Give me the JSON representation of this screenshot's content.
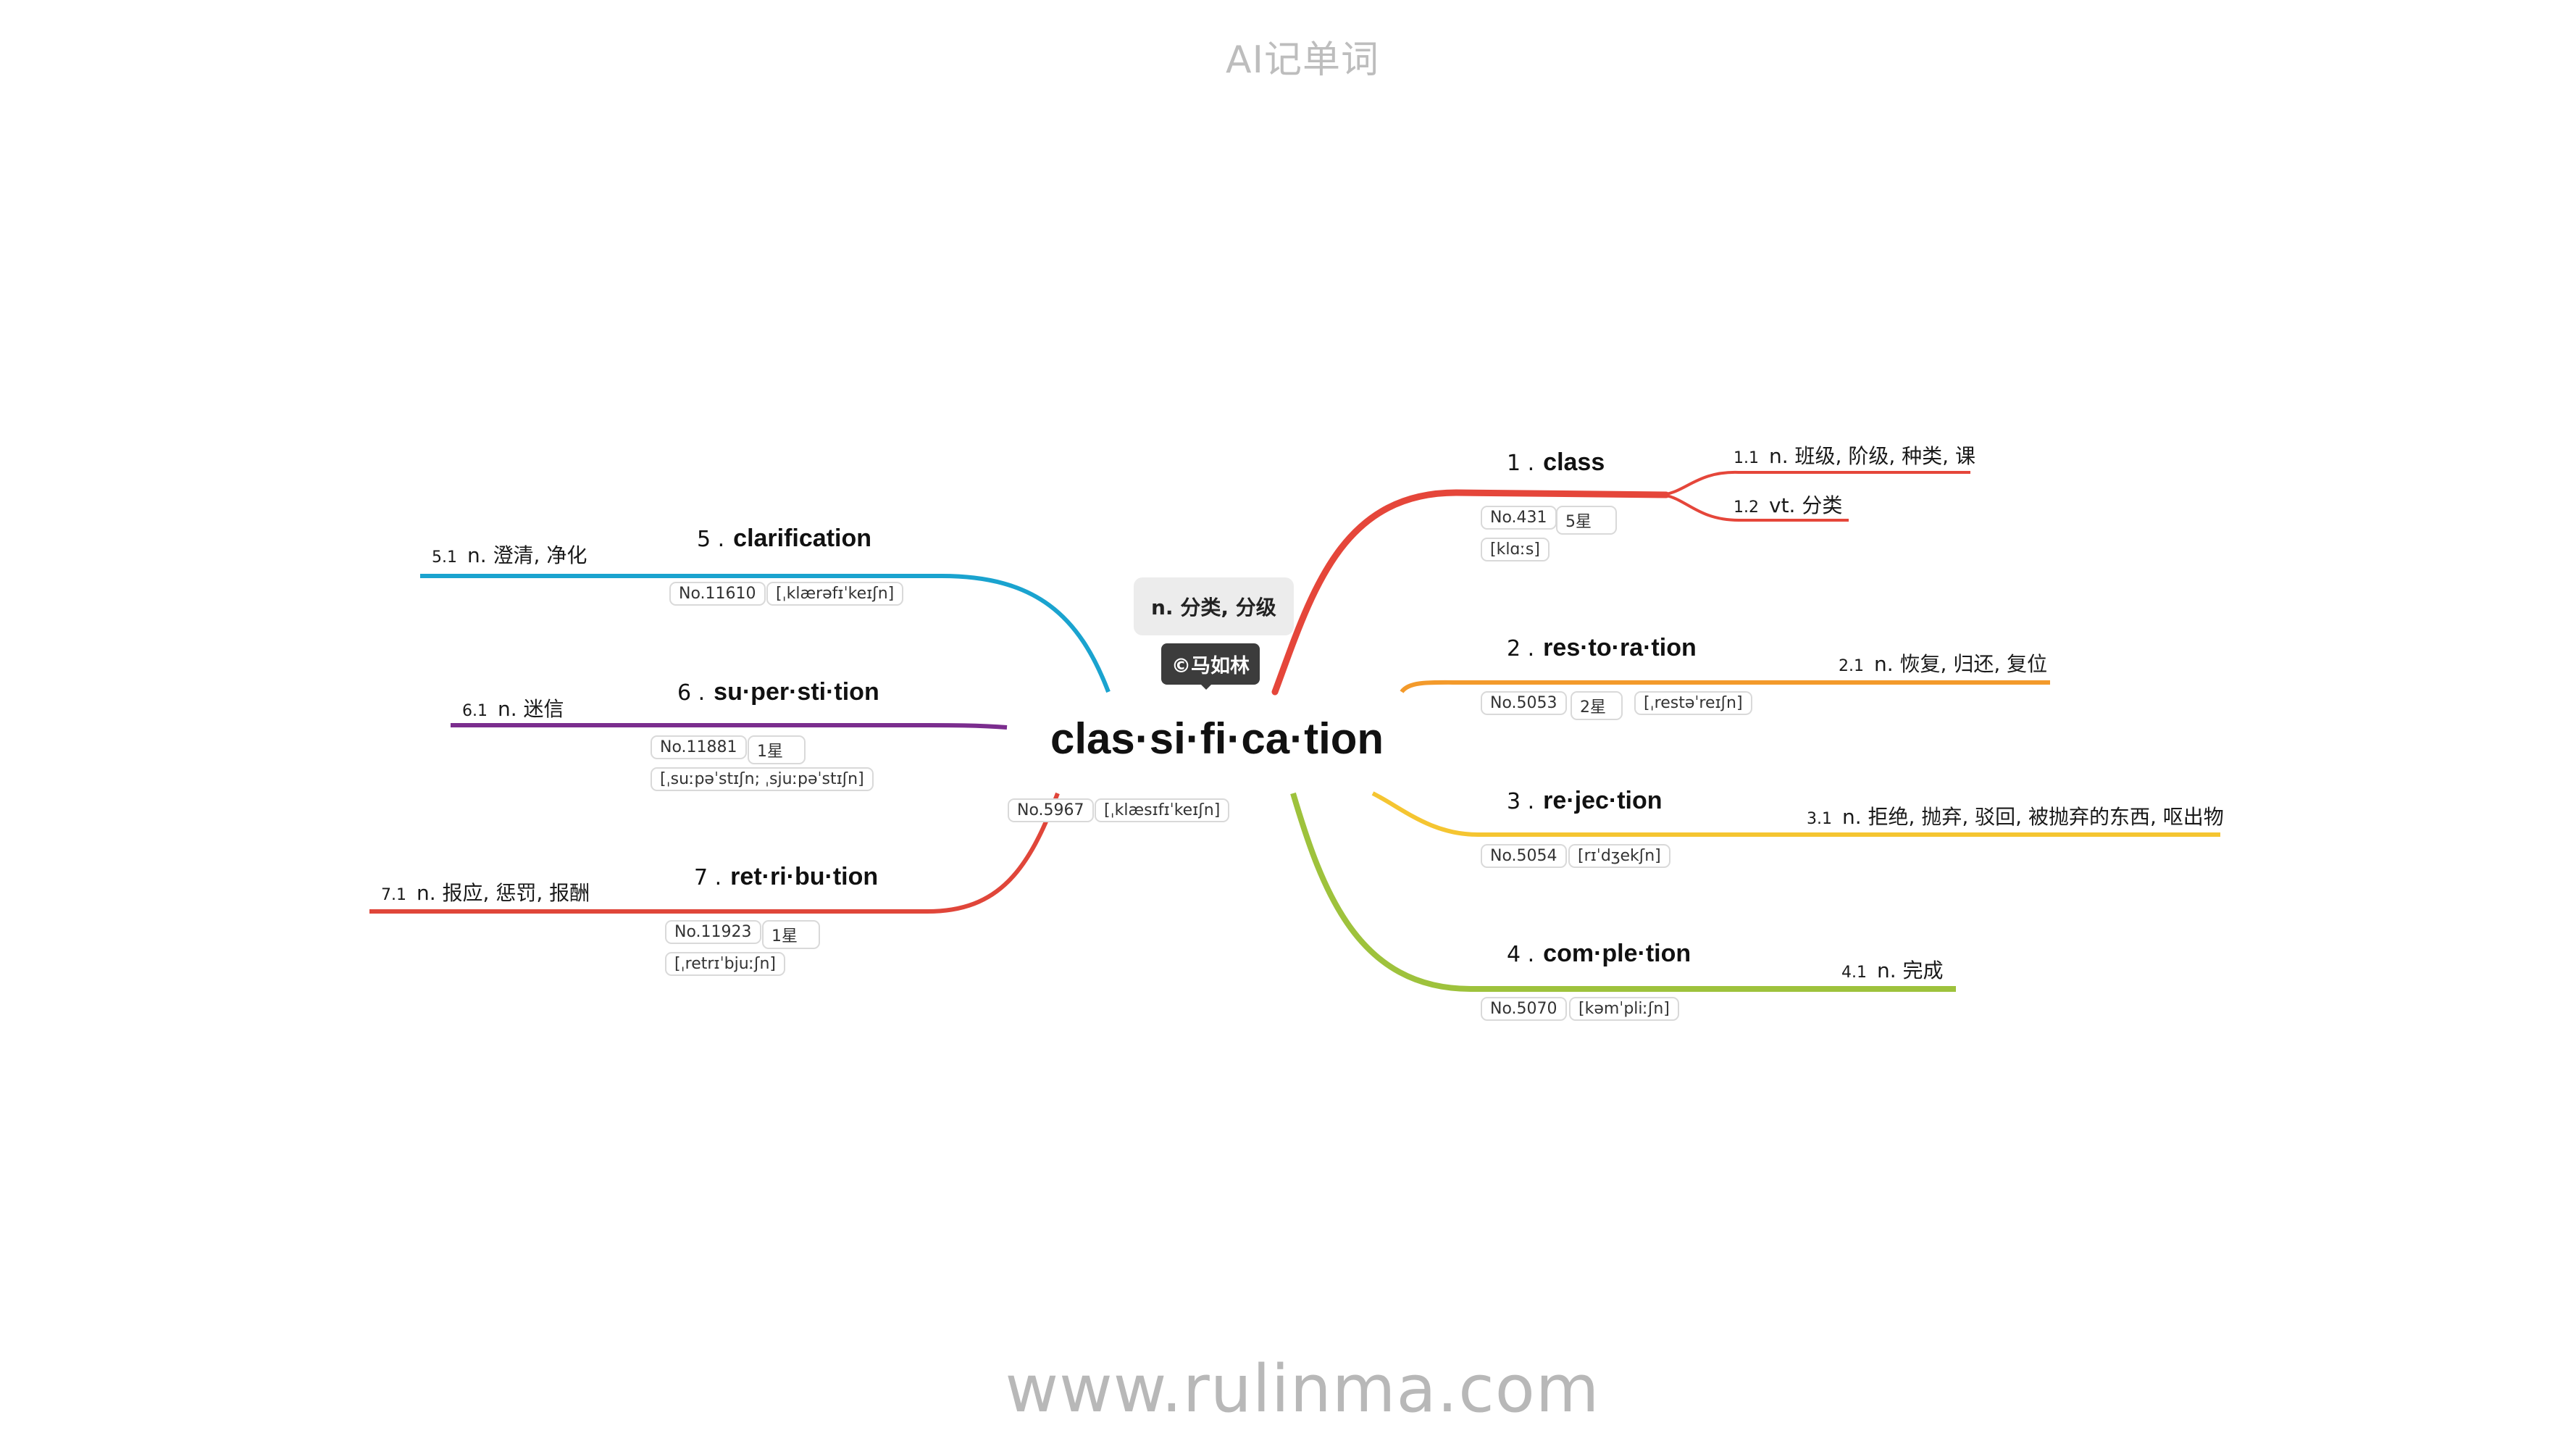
{
  "header": "AI记单词",
  "footer": "www.rulinma.com",
  "center": {
    "word": "clas·si·fi·ca·tion",
    "meaning": "n. 分类, 分级",
    "credit": "©马如林",
    "no": "No.5967",
    "phonetic": "[ˌklæsɪfɪˈkeɪʃn]"
  },
  "branches": [
    {
      "num": "1 .",
      "word": "class",
      "color": "#e5463a",
      "no": "No.431",
      "star": "5星",
      "phonetic": "[klɑːs]",
      "defs": [
        {
          "num": "1.1",
          "text": "n. 班级, 阶级, 种类, 课"
        },
        {
          "num": "1.2",
          "text": "vt. 分类"
        }
      ]
    },
    {
      "num": "2 .",
      "word": "res·to·ra·tion",
      "color": "#f39a2b",
      "no": "No.5053",
      "star": "2星",
      "phonetic": "[ˌrestəˈreɪʃn]",
      "defs": [
        {
          "num": "2.1",
          "text": "n. 恢复, 归还, 复位"
        }
      ]
    },
    {
      "num": "3 .",
      "word": "re·jec·tion",
      "color": "#f5c531",
      "no": "No.5054",
      "phonetic": "[rɪˈdʒekʃn]",
      "defs": [
        {
          "num": "3.1",
          "text": "n. 拒绝, 抛弃, 驳回, 被抛弃的东西, 呕出物"
        }
      ]
    },
    {
      "num": "4 .",
      "word": "com·ple·tion",
      "color": "#9ec23c",
      "no": "No.5070",
      "phonetic": "[kəmˈpliːʃn]",
      "defs": [
        {
          "num": "4.1",
          "text": "n. 完成"
        }
      ]
    },
    {
      "num": "5 .",
      "word": "clarification",
      "color": "#1aa3cf",
      "no": "No.11610",
      "phonetic": "[ˌklærəfɪˈkeɪʃn]",
      "defs": [
        {
          "num": "5.1",
          "text": "n. 澄清, 净化"
        }
      ]
    },
    {
      "num": "6 .",
      "word": "su·per·sti·tion",
      "color": "#7b2d8e",
      "no": "No.11881",
      "star": "1星",
      "phonetic": "[ˌsuːpəˈstɪʃn; ˌsjuːpəˈstɪʃn]",
      "defs": [
        {
          "num": "6.1",
          "text": "n. 迷信"
        }
      ]
    },
    {
      "num": "7 .",
      "word": "ret·ri·bu·tion",
      "color": "#e0463a",
      "no": "No.11923",
      "star": "1星",
      "phonetic": "[ˌretrɪˈbjuːʃn]",
      "defs": [
        {
          "num": "7.1",
          "text": "n. 报应, 惩罚, 报酬"
        }
      ]
    }
  ]
}
